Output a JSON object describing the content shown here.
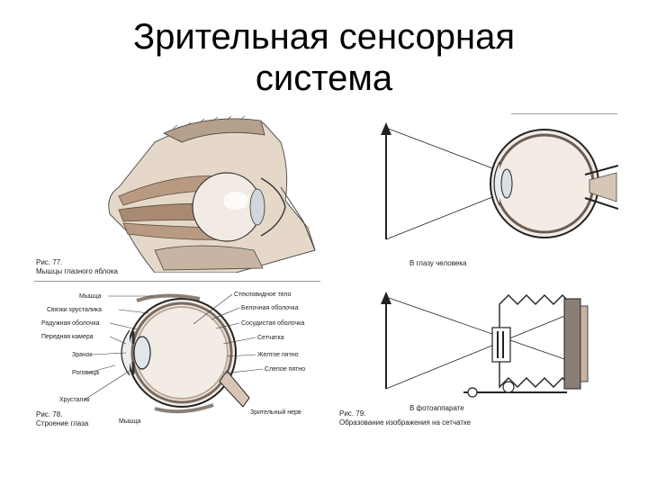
{
  "title": {
    "line1": "Зрительная сенсорная",
    "line2": "система"
  },
  "fig77": {
    "caption_num": "Рис. 77.",
    "caption_text": "Мышцы глазного яблока"
  },
  "fig78": {
    "caption_num": "Рис. 78.",
    "caption_text": "Строение глаза",
    "labels_left": [
      "Мышца",
      "Связки хрусталика",
      "Радужная оболочка",
      "Передняя камера",
      "Зрачок",
      "Роговица",
      "Хрусталик"
    ],
    "labels_right": [
      "Стекловидное тело",
      "Белочная оболочка",
      "Сосудистая оболочка",
      "Сетчатка",
      "Желтое пятно",
      "Слепое пятно",
      "Зрительный нерв"
    ],
    "label_bottom": "Мышца"
  },
  "fig79": {
    "label_eye": "В глазу человека",
    "label_camera": "В фотоаппарате",
    "caption_num": "Рис. 79.",
    "caption_text": "Образование изображения на сетчатке"
  },
  "colors": {
    "tissue": "#d8c6b4",
    "muscle": "#b89a82",
    "line": "#222222",
    "shade": "#8a7f76"
  }
}
